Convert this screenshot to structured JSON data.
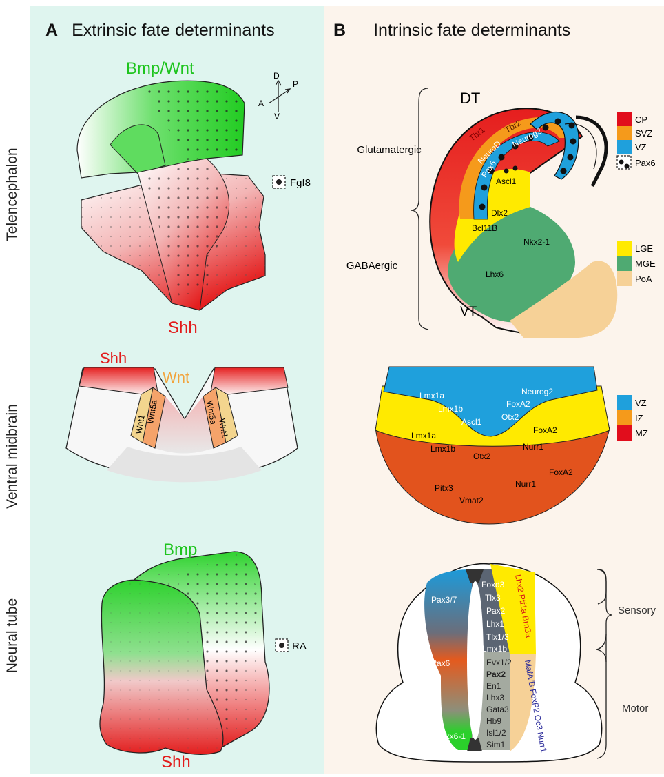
{
  "panel_a": {
    "letter": "A",
    "title": "Extrinsic fate determinants"
  },
  "panel_b": {
    "letter": "B",
    "title": "Intrinsic fate determinants"
  },
  "rows": {
    "telencephalon": "Telencephalon",
    "ventral_midbrain": "Ventral midbrain",
    "neural_tube": "Neural tube"
  },
  "tel_extrinsic": {
    "top": "Bmp/Wnt",
    "bottom": "Shh",
    "dot_legend": "Fgf8",
    "axes": {
      "d": "D",
      "p": "P",
      "a": "A",
      "v": "V"
    }
  },
  "tel_intrinsic": {
    "dt": "DT",
    "vt": "VT",
    "glutamatergic": "Glutamatergic",
    "gabaergic": "GABAergic",
    "genes": {
      "tbr1": "Tbr1",
      "tbr2": "Tbr2",
      "neurod": "NeuroD",
      "neurog2": "Neurog2",
      "pax6": "Pax6",
      "ascl1": "Ascl1",
      "dlx2": "Dlx2",
      "bcl11b": "Bcl11B",
      "nkx21": "Nkx2-1",
      "lhx6": "Lhx6"
    },
    "legend1": [
      "CP",
      "SVZ",
      "VZ",
      "Pax6"
    ],
    "legend2": [
      "LGE",
      "MGE",
      "PoA"
    ]
  },
  "mb_extrinsic": {
    "shh": "Shh",
    "wnt": "Wnt",
    "wnt5a": "Wnt5a",
    "wnt1": "Wnt1"
  },
  "mb_intrinsic": {
    "vz": [
      "Lmx1a",
      "Lmx1b",
      "Ascl1",
      "Neurog2",
      "FoxA2",
      "Otx2"
    ],
    "iz": [
      "Lmx1a",
      "Lmx1b",
      "Otx2",
      "FoxA2",
      "Nurr1"
    ],
    "mz": [
      "Pitx3",
      "Vmat2",
      "Nurr1",
      "FoxA2"
    ],
    "legend": [
      "VZ",
      "IZ",
      "MZ"
    ]
  },
  "nt_extrinsic": {
    "top": "Bmp",
    "bottom": "Shh",
    "dot_legend": "RA"
  },
  "nt_intrinsic": {
    "left": [
      "Pax3/7",
      "Pax6",
      "Nkx6-1"
    ],
    "sensory_genes": [
      "Foxd3",
      "Tlx3",
      "Pax2",
      "Lhx1",
      "Tlx1/3",
      "Lmx1b"
    ],
    "motor_genes": [
      "Evx1/2",
      "Pax2",
      "En1",
      "Lhx3",
      "Gata3",
      "Hb9",
      "Isl1/2",
      "Sim1"
    ],
    "outer_red": "Lhx2 Ptf1a Brn3a",
    "outer_blue": "MafA/B FoxP2 Oc3 Nurr1",
    "sensory": "Sensory",
    "motor": "Motor"
  }
}
